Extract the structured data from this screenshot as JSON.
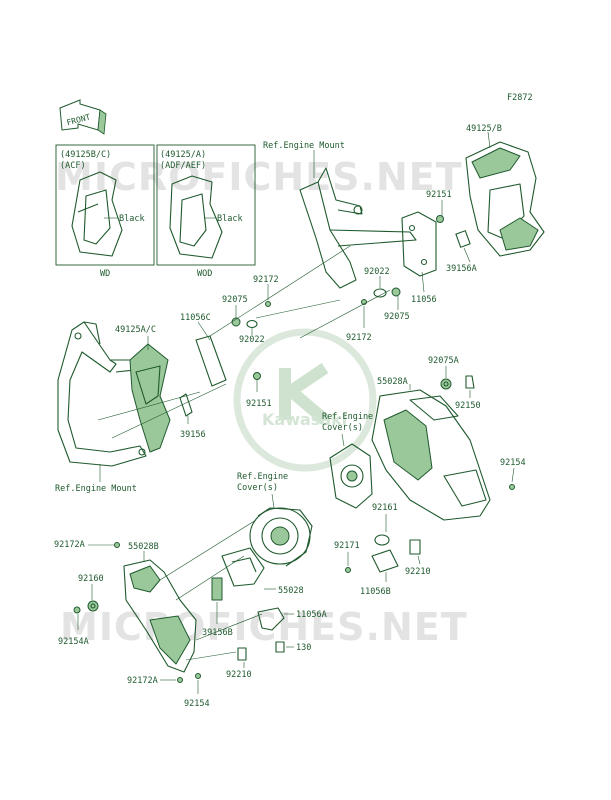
{
  "figure_code": "F2872",
  "front_indicator": "FRONT",
  "watermark": "MICROFICHES.NET",
  "brand_watermark": "Kawasaki",
  "inset_boxes": {
    "left": {
      "part": "(49125B/C)",
      "variant": "(ACF)",
      "color_note": "Black",
      "caption": "WD"
    },
    "right": {
      "part": "(49125/A)",
      "variant": "(ADF/AEF)",
      "color_note": "Black",
      "caption": "WOD"
    }
  },
  "labels": {
    "ref_engine_mount_top": "Ref.Engine Mount",
    "ref_engine_mount_left": "Ref.Engine Mount",
    "ref_engine_cover_1a": "Ref.Engine",
    "ref_engine_cover_1b": "Cover(s)",
    "ref_engine_cover_2a": "Ref.Engine",
    "ref_engine_cover_2b": "Cover(s)",
    "p49125_b": "49125/B",
    "p92151_top": "92151",
    "p39156a": "39156A",
    "p92022_mid": "92022",
    "p11056": "11056",
    "p92075_mid": "92075",
    "p92172_mid": "92172",
    "p92172_upper": "92172",
    "p92075_upper": "92075",
    "p49125_ac": "49125A/C",
    "p11056c": "11056C",
    "p92022_upper": "92022",
    "p92151_left": "92151",
    "p39156": "39156",
    "p55028a": "55028A",
    "p92075a": "92075A",
    "p92150": "92150",
    "p92154_right": "92154",
    "p92161": "92161",
    "p92171": "92171",
    "p92210_right": "92210",
    "p11056b": "11056B",
    "p92172a_top": "92172A",
    "p55028b": "55028B",
    "p92160": "92160",
    "p92154a": "92154A",
    "p55028": "55028",
    "p39156b": "39156B",
    "p11056a": "11056A",
    "p130": "130",
    "p92210_bottom": "92210",
    "p92172a_bottom": "92172A",
    "p92154_bottom": "92154"
  },
  "colors": {
    "line": "#1f5a2e",
    "shade": "#9bc89a",
    "watermark": "#e3e3e3"
  }
}
